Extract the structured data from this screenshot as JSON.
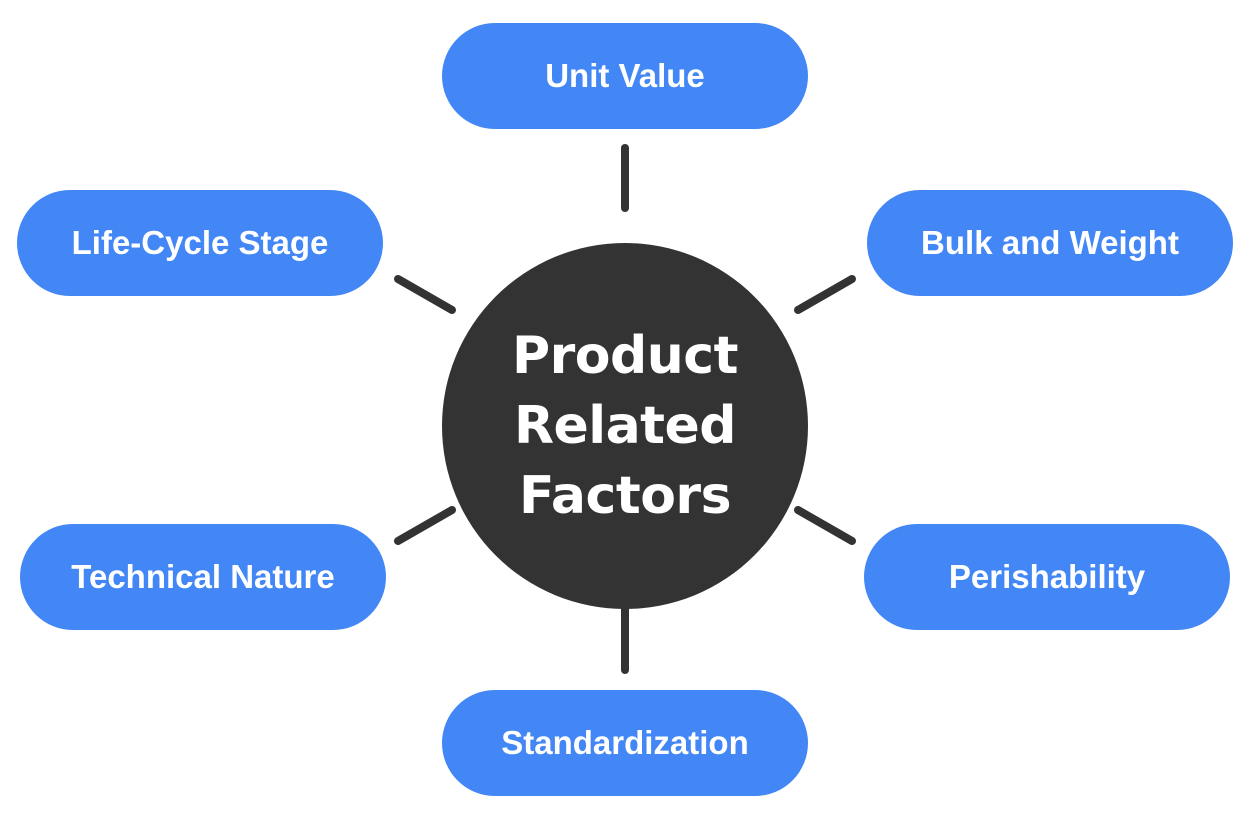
{
  "diagram": {
    "type": "hub-and-spoke",
    "center": {
      "label": "Product\nRelated\nFactors"
    },
    "nodes": [
      {
        "id": "unit-value",
        "label": "Unit Value",
        "position": "top"
      },
      {
        "id": "life-cycle-stage",
        "label": "Life-Cycle Stage",
        "position": "top-left"
      },
      {
        "id": "bulk-and-weight",
        "label": "Bulk and Weight",
        "position": "top-right"
      },
      {
        "id": "technical-nature",
        "label": "Technical Nature",
        "position": "bottom-left"
      },
      {
        "id": "perishability",
        "label": "Perishability",
        "position": "bottom-right"
      },
      {
        "id": "standardization",
        "label": "Standardization",
        "position": "bottom"
      }
    ],
    "colors": {
      "node_fill": "#4287f5",
      "center_fill": "#333333",
      "connector": "#333333",
      "text": "#ffffff"
    }
  }
}
